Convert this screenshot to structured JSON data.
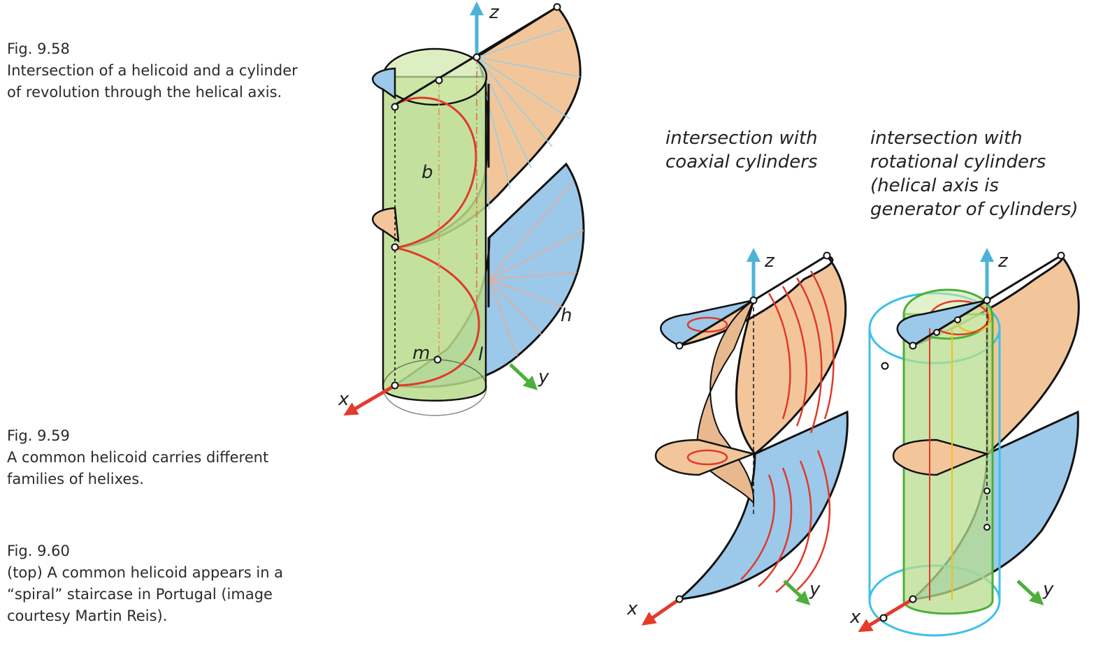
{
  "captions": {
    "fig958": {
      "number": "Fig. 9.58",
      "lines": [
        "Intersection of a helicoid and a cylinder",
        "of revolution through the helical axis."
      ]
    },
    "fig959": {
      "number": "Fig. 9.59",
      "lines": [
        "A common helicoid carries different",
        "families of helixes."
      ]
    },
    "fig960": {
      "number": "Fig. 9.60",
      "lines": [
        "(top) A common helicoid appears in a",
        "“spiral” staircase in Portugal (image",
        "courtesy Martin Reis)."
      ]
    }
  },
  "headings": {
    "coaxial": [
      "intersection with",
      "coaxial cylinders"
    ],
    "rotational": [
      "intersection with",
      "rotational cylinders",
      "(helical axis is",
      "generator of cylinders)"
    ]
  },
  "labels": {
    "left": {
      "z": "z",
      "x": "x",
      "y": "y",
      "b": "b",
      "h": "h",
      "m": "m",
      "l": "l"
    },
    "middle": {
      "z": "z",
      "x": "x",
      "y": "y"
    },
    "right": {
      "z": "z",
      "x": "x",
      "y": "y"
    }
  },
  "colors": {
    "axis_z": "#4db3d6",
    "axis_x": "#e53a2c",
    "axis_y": "#4caf3a",
    "surface_top": "#f2c69a",
    "surface_bottom": "#9cc8ea",
    "cylinder": "#b8dc8c",
    "helix_red": "#e03a2a",
    "ruling_blue": "#8fd0e8",
    "cyan_cylinder": "#3cc0e8"
  }
}
